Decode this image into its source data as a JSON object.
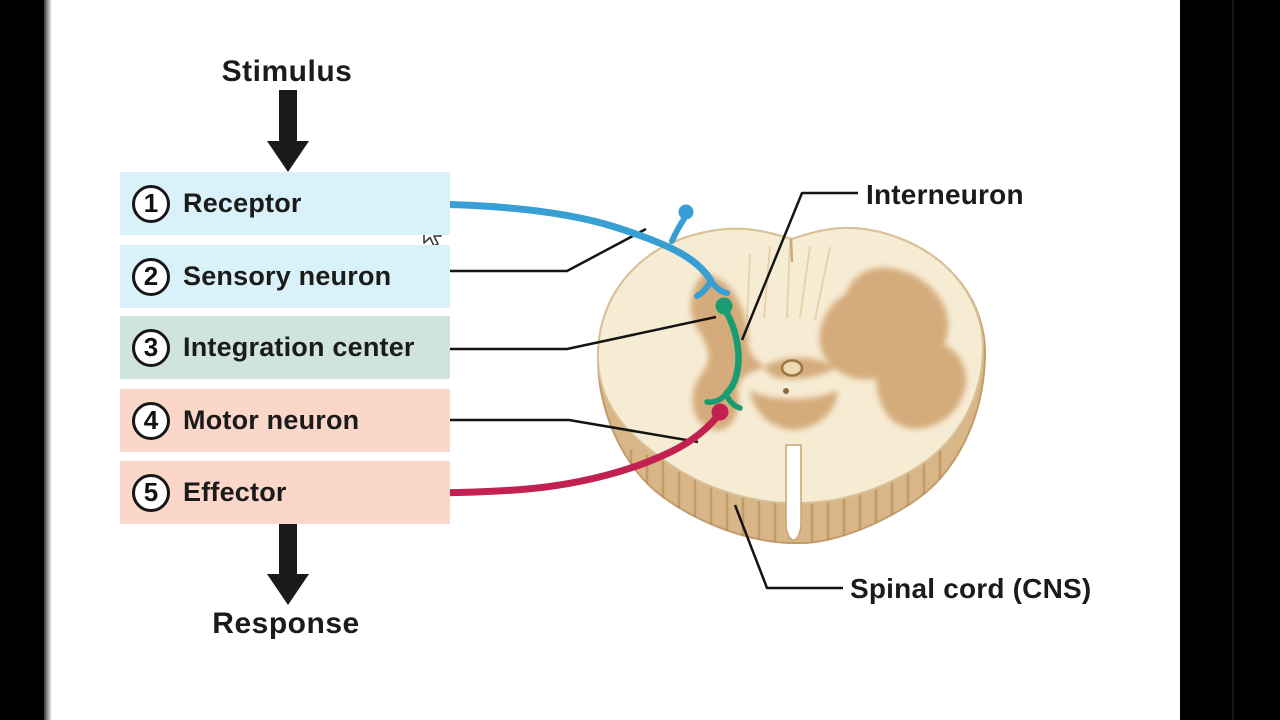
{
  "flow": {
    "stimulus_label": "Stimulus",
    "response_label": "Response",
    "steps": [
      {
        "number": "1",
        "label": "Receptor",
        "color": "#d9f1f8"
      },
      {
        "number": "2",
        "label": "Sensory neuron",
        "color": "#d9f1f8"
      },
      {
        "number": "3",
        "label": "Integration center",
        "color": "#cfe4da"
      },
      {
        "number": "4",
        "label": "Motor neuron",
        "color": "#fbd7c9"
      },
      {
        "number": "5",
        "label": "Effector",
        "color": "#fbd7c9"
      }
    ]
  },
  "annotations": {
    "interneuron_label": "Interneuron",
    "spinal_cord_label": "Spinal cord (CNS)"
  },
  "colors": {
    "sensory_neuron": "#379fd4",
    "interneuron": "#1b9b72",
    "motor_neuron": "#c12050",
    "leader_line": "#141414",
    "arrow": "#1a1a1a",
    "cord_surface": "#f6ebd3",
    "cord_side": "#d9b687",
    "cord_outline": "#c49c6b",
    "gray_matter": "#d3a977"
  }
}
